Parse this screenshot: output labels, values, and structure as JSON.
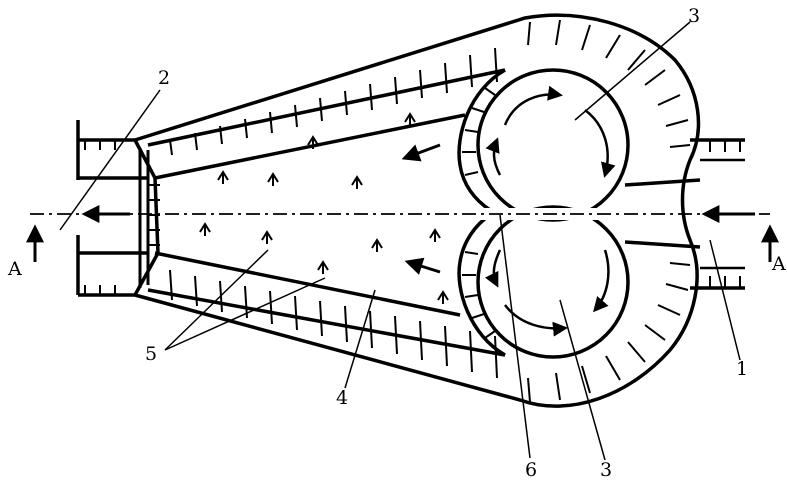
{
  "labels": {
    "inlet": "1",
    "outlet": "2",
    "vortex_top": "3",
    "vortex_bottom": "3",
    "chamber": "4",
    "seeds": "5",
    "axis_cusp": "6"
  },
  "section": {
    "left": "A",
    "right": "A"
  }
}
